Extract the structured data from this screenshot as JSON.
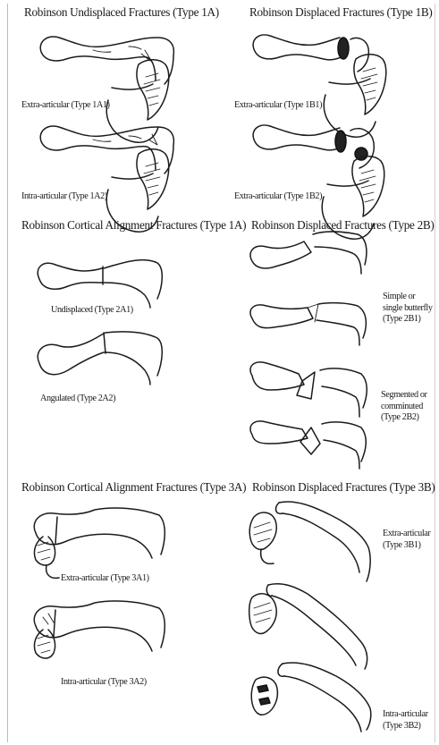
{
  "sections": {
    "s1a": "Robinson Undisplaced Fractures (Type 1A)",
    "s1b": "Robinson Displaced Fractures (Type 1B)",
    "s2a": "Robinson Cortical Alignment Fractures (Type 1A)",
    "s2b": "Robinson Displaced Fractures (Type 2B)",
    "s3a": "Robinson Cortical Alignment Fractures (Type 3A)",
    "s3b": "Robinson Displaced Fractures (Type 3B)"
  },
  "captions": {
    "c1a1": "Extra-articular (Type 1A1)",
    "c1a2": "Intra-articular (Type 1A2)",
    "c1b1": "Extra-articular (Type 1B1)",
    "c1b2": "Extra-articular (Type 1B2)",
    "c2a1": "Undisplaced (Type 2A1)",
    "c2a2": "Angulated (Type 2A2)",
    "c2b1": "Simple or single butterfly (Type 2B1)",
    "c2b2": "Segmented or comminuted (Type 2B2)",
    "c3a1": "Extra-articular (Type 3A1)",
    "c3a2": "Intra-articular (Type 3A2)",
    "c3b1": "Extra-articular (Type 3B1)",
    "c3b2": "Intra-articular (Type 3B2)"
  }
}
